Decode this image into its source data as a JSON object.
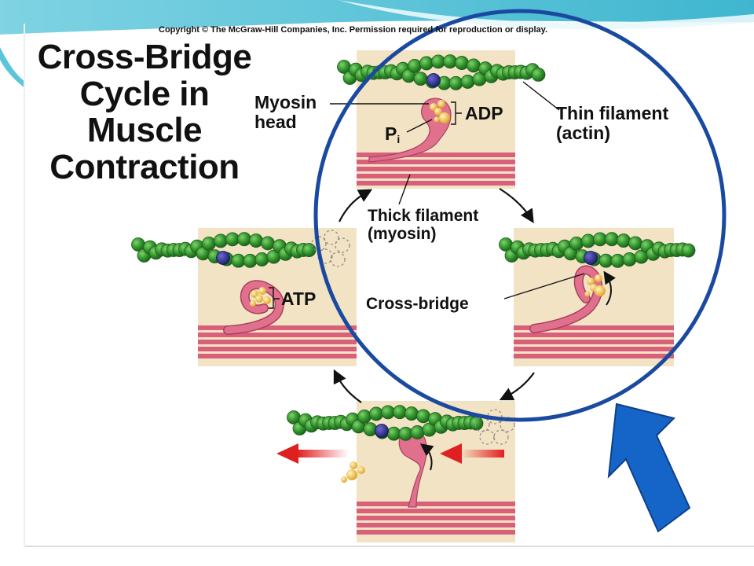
{
  "slide": {
    "copyright": "Copyright © The McGraw-Hill Companies, Inc. Permission required for reproduction or display.",
    "title": "Cross-Bridge\nCycle in\nMuscle\nContraction"
  },
  "labels": {
    "myosin_head": "Myosin\nhead",
    "adp": "ADP",
    "pi_letter": "P",
    "pi_sub": "i",
    "thin_filament": "Thin filament\n(actin)",
    "thick_filament": "Thick filament\n(myosin)",
    "atp": "ATP",
    "cross_bridge": "Cross-bridge"
  },
  "colors": {
    "panel": "#f3e3c5",
    "actin_bead": "#2e8f2a",
    "binding_site": "#2a2a8a",
    "myosin": "#e0708c",
    "thick_filament": "#d8607a",
    "highlight_circle": "#1a4aa0",
    "pointer_arrow": "#1565c8",
    "motion_arrow": "#e02020",
    "accent_teal": "#5bc6d9"
  },
  "icons": {
    "pointer": "up-right-arrow-icon",
    "cycle": "cycle-arrow-icon",
    "motion": "red-motion-arrow-icon"
  }
}
